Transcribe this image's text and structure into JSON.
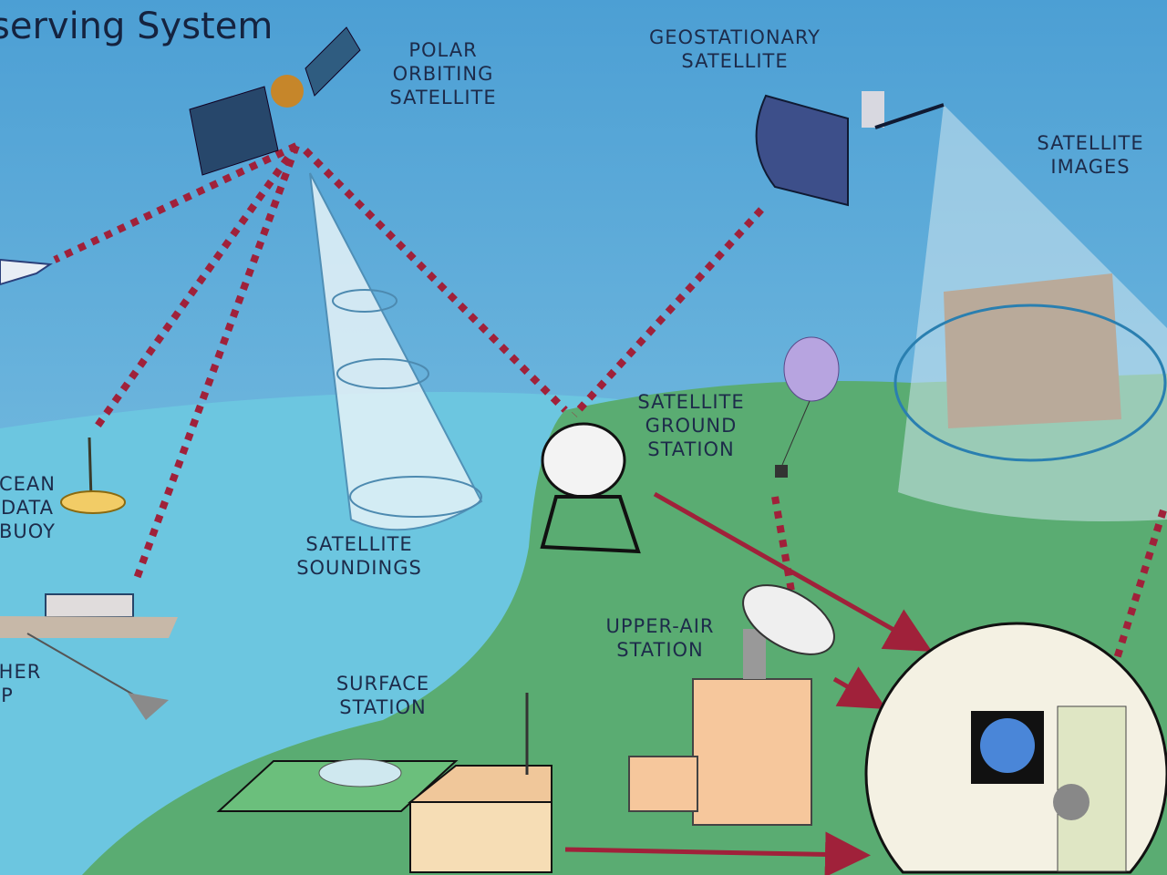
{
  "title": "serving System",
  "labels": {
    "polar": [
      "POLAR",
      "ORBITING",
      "SATELLITE"
    ],
    "geo": [
      "GEOSTATIONARY",
      "SATELLITE"
    ],
    "images": [
      "SATELLITE",
      "IMAGES"
    ],
    "ground": [
      "SATELLITE",
      "GROUND",
      "STATION"
    ],
    "buoy": [
      "CEAN",
      "DATA",
      "BUOY"
    ],
    "soundings": [
      "SATELLITE",
      "SOUNDINGS"
    ],
    "upper_air": [
      "UPPER-AIR",
      "STATION"
    ],
    "surface": [
      "SURFACE",
      "STATION"
    ],
    "ship": [
      "HER",
      "P"
    ]
  },
  "colors": {
    "sky": "#4fa9d9",
    "ocean": "#6cc6e0",
    "land": "#5aac72",
    "link": "#a0213a"
  }
}
